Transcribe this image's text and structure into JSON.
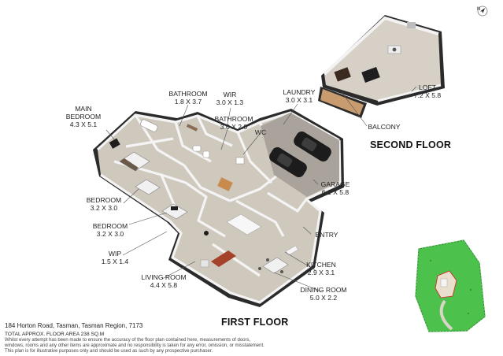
{
  "floors": [
    {
      "key": "first",
      "title": "FIRST FLOOR"
    },
    {
      "key": "second",
      "title": "SECOND FLOOR"
    }
  ],
  "rooms": [
    {
      "key": "main-bedroom",
      "name": "MAIN BEDROOM",
      "dims": "4.3 x 5.1"
    },
    {
      "key": "bathroom-1",
      "name": "BATHROOM",
      "dims": "1.8 x 3.7"
    },
    {
      "key": "wir",
      "name": "WIR",
      "dims": "3.0 x 1.3"
    },
    {
      "key": "bathroom-2",
      "name": "BATHROOM",
      "dims": "3.0 x 2.0"
    },
    {
      "key": "laundry",
      "name": "LAUNDRY",
      "dims": "3.0 x 3.1"
    },
    {
      "key": "wc",
      "name": "WC",
      "dims": ""
    },
    {
      "key": "loft",
      "name": "LOFT",
      "dims": "7.2 x 5.8"
    },
    {
      "key": "balcony",
      "name": "BALCONY",
      "dims": ""
    },
    {
      "key": "garage",
      "name": "GARAGE",
      "dims": "6.1 x 5.8"
    },
    {
      "key": "bedroom-1",
      "name": "BEDROOM",
      "dims": "3.2 x 3.0"
    },
    {
      "key": "bedroom-2",
      "name": "BEDROOM",
      "dims": "3.2 x 3.0"
    },
    {
      "key": "entry",
      "name": "ENTRY",
      "dims": ""
    },
    {
      "key": "wip",
      "name": "WIP",
      "dims": "1.5 x 1.4"
    },
    {
      "key": "kitchen",
      "name": "KITCHEN",
      "dims": "2.9 x 3.1"
    },
    {
      "key": "living-room",
      "name": "LIVING ROOM",
      "dims": "4.4 x 5.8"
    },
    {
      "key": "dining-room",
      "name": "DINING ROOM",
      "dims": "5.0 x 2.2"
    }
  ],
  "footer": {
    "address": "184 Horton Road, Tasman, Tasman Region, 7173",
    "area": "TOTAL APPROX. FLOOR AREA 238 SQ.M",
    "disclaimer_1": "Whilst every attempt has been made to ensure the accuracy of the floor plan contained here, measurements of doors,",
    "disclaimer_2": "windows, rooms and any other items are approximate and no responsibility is taken for any error, omission, or misstatement.",
    "disclaimer_3": "This plan is for illustrative purposes only and should be used as such by any prospective purchaser."
  },
  "compass_label": "N",
  "colors": {
    "floor": "#cfc8bd",
    "wall": "#f4f4f4",
    "wall_side": "#2b2b2b",
    "site_green": "#4cc24c",
    "site_outline": "#2f9b2f",
    "car": "#1c1c1c"
  }
}
